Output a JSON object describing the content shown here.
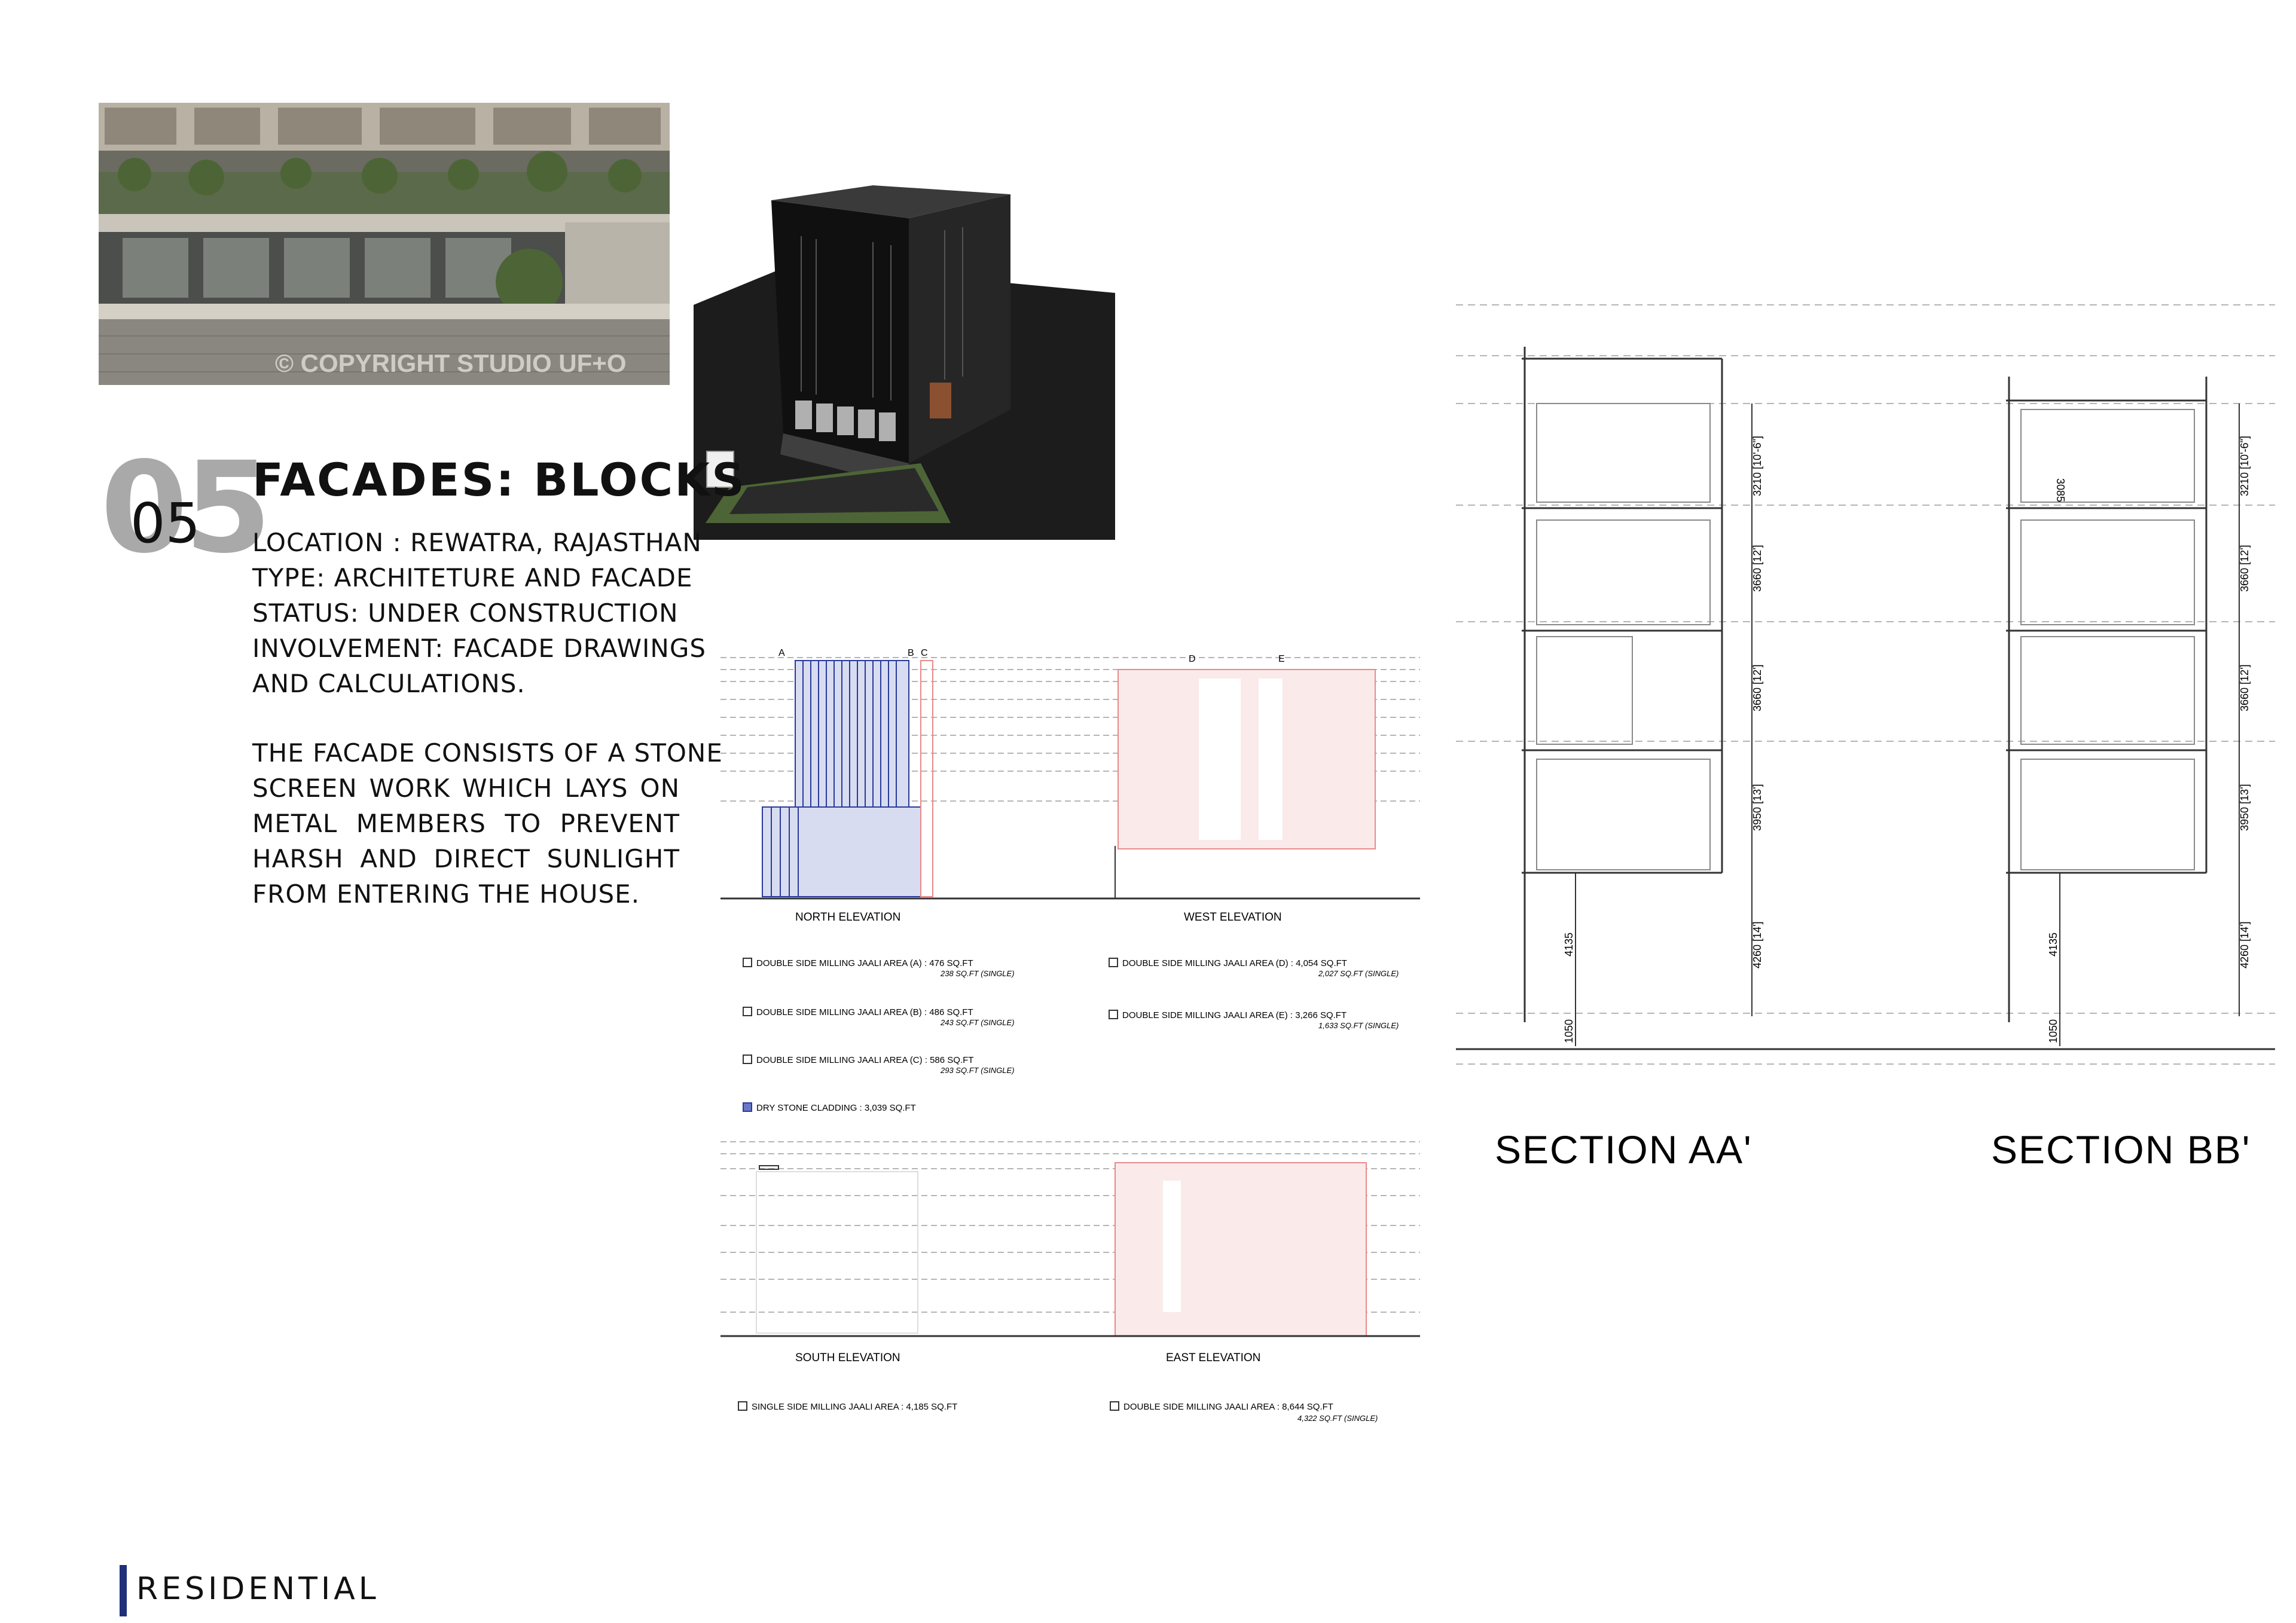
{
  "photo": {
    "watermark": "© COPYRIGHT STUDIO UF+O"
  },
  "project": {
    "number": "05",
    "title": "FACADES: BLOCKS",
    "location": "LOCATION : REWATRA, RAJASTHAN",
    "type": "TYPE: ARCHITETURE AND FACADE",
    "status": "STATUS: UNDER CONSTRUCTION",
    "involvement_1": "INVOLVEMENT: FACADE DRAWINGS",
    "involvement_2": "AND CALCULATIONS.",
    "description": [
      "THE FACADE CONSISTS OF A STONE",
      "SCREEN WORK WHICH LAYS ON",
      "METAL MEMBERS TO PREVENT",
      "HARSH AND DIRECT SUNLIGHT",
      "FROM ENTERING THE HOUSE."
    ]
  },
  "elevations": {
    "grid_labels": [
      "A",
      "B",
      "C",
      "D",
      "E"
    ],
    "north_title": "NORTH ELEVATION",
    "west_title": "WEST ELEVATION",
    "south_title": "SOUTH ELEVATION",
    "east_title": "EAST ELEVATION",
    "north_legend": [
      {
        "label": "DOUBLE SIDE MILLING JAALI AREA (A) : 476 SQ.FT",
        "sub": "238 SQ.FT (SINGLE)"
      },
      {
        "label": "DOUBLE SIDE MILLING JAALI AREA (B) : 486 SQ.FT",
        "sub": "243 SQ.FT (SINGLE)"
      },
      {
        "label": "DOUBLE SIDE MILLING JAALI AREA (C) : 586 SQ.FT",
        "sub": "293 SQ.FT (SINGLE)"
      },
      {
        "label": "DRY STONE CLADDING  :  3,039 SQ.FT",
        "sub": ""
      }
    ],
    "west_legend": [
      {
        "label": "DOUBLE SIDE MILLING JAALI AREA (D) : 4,054 SQ.FT",
        "sub": "2,027 SQ.FT (SINGLE)"
      },
      {
        "label": "DOUBLE SIDE MILLING JAALI AREA (E) : 3,266 SQ.FT",
        "sub": "1,633 SQ.FT (SINGLE)"
      }
    ],
    "south_legend": {
      "label": "SINGLE SIDE MILLING JAALI AREA :  4,185 SQ.FT"
    },
    "east_legend": {
      "label": "DOUBLE SIDE MILLING JAALI AREA : 8,644 SQ.FT",
      "sub": "4,322 SQ.FT (SINGLE)"
    }
  },
  "sections": {
    "aa_title": "SECTION  AA'",
    "bb_title": "SECTION  BB'",
    "dims": [
      "3210 [10'-6\"]",
      "3660 [12']",
      "3660 [12']",
      "3950 [13']",
      "4260 [14']",
      "4135",
      "1050",
      "3085"
    ]
  },
  "footer": {
    "category": "RESIDENTIAL"
  },
  "colors": {
    "accent": "#1f2f7a",
    "cladding": "#2a3a9a",
    "jaali_red": "#e88a8a"
  }
}
